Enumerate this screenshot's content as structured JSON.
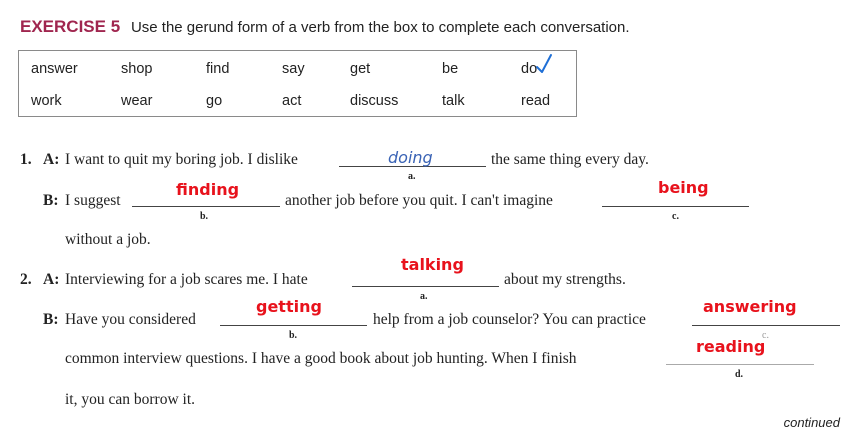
{
  "exercise": {
    "label": "EXERCISE 5",
    "instruction": "Use the gerund form of a verb from the box to complete each conversation."
  },
  "word_box": {
    "row1": [
      "answer",
      "shop",
      "find",
      "say",
      "get",
      "be",
      "do"
    ],
    "row2": [
      "work",
      "wear",
      "go",
      "act",
      "discuss",
      "talk",
      "read"
    ],
    "checked_word": "do",
    "check_icon": "checkmark-icon",
    "check_color": "#1f6fd6"
  },
  "items": [
    {
      "number": "1.",
      "a": {
        "speaker": "A:",
        "text_before": "I want to quit my boring job. I dislike",
        "text_after": "the same thing every day.",
        "blank_label": "a.",
        "answer": "doing"
      },
      "b": {
        "speaker": "B:",
        "text_before": "I suggest",
        "blank1_label": "b.",
        "answer1": "finding",
        "text_middle": "another job before you quit. I can't imagine",
        "blank2_label": "c.",
        "answer2": "being",
        "text_cont": "without a job."
      }
    },
    {
      "number": "2.",
      "a": {
        "speaker": "A:",
        "text_before": "Interviewing for a job scares me. I hate",
        "text_after": "about my strengths.",
        "blank_label": "a.",
        "answer": "talking"
      },
      "b": {
        "speaker": "B:",
        "text_before": "Have you considered",
        "blank1_label": "b.",
        "answer1": "getting",
        "text_middle": "help from a job counselor? You can practice",
        "blank2_label": "c.",
        "answer2": "answering",
        "text_line2": "common interview questions. I have a good book about job hunting. When I finish",
        "blank3_label": "d.",
        "answer3": "reading",
        "text_line3": "it, you can borrow it."
      }
    }
  ],
  "footer": {
    "continued": "continued"
  },
  "colors": {
    "exercise_label": "#a0264f",
    "answer_red": "#e8121c",
    "answer_handwritten": "#3a63b5"
  }
}
